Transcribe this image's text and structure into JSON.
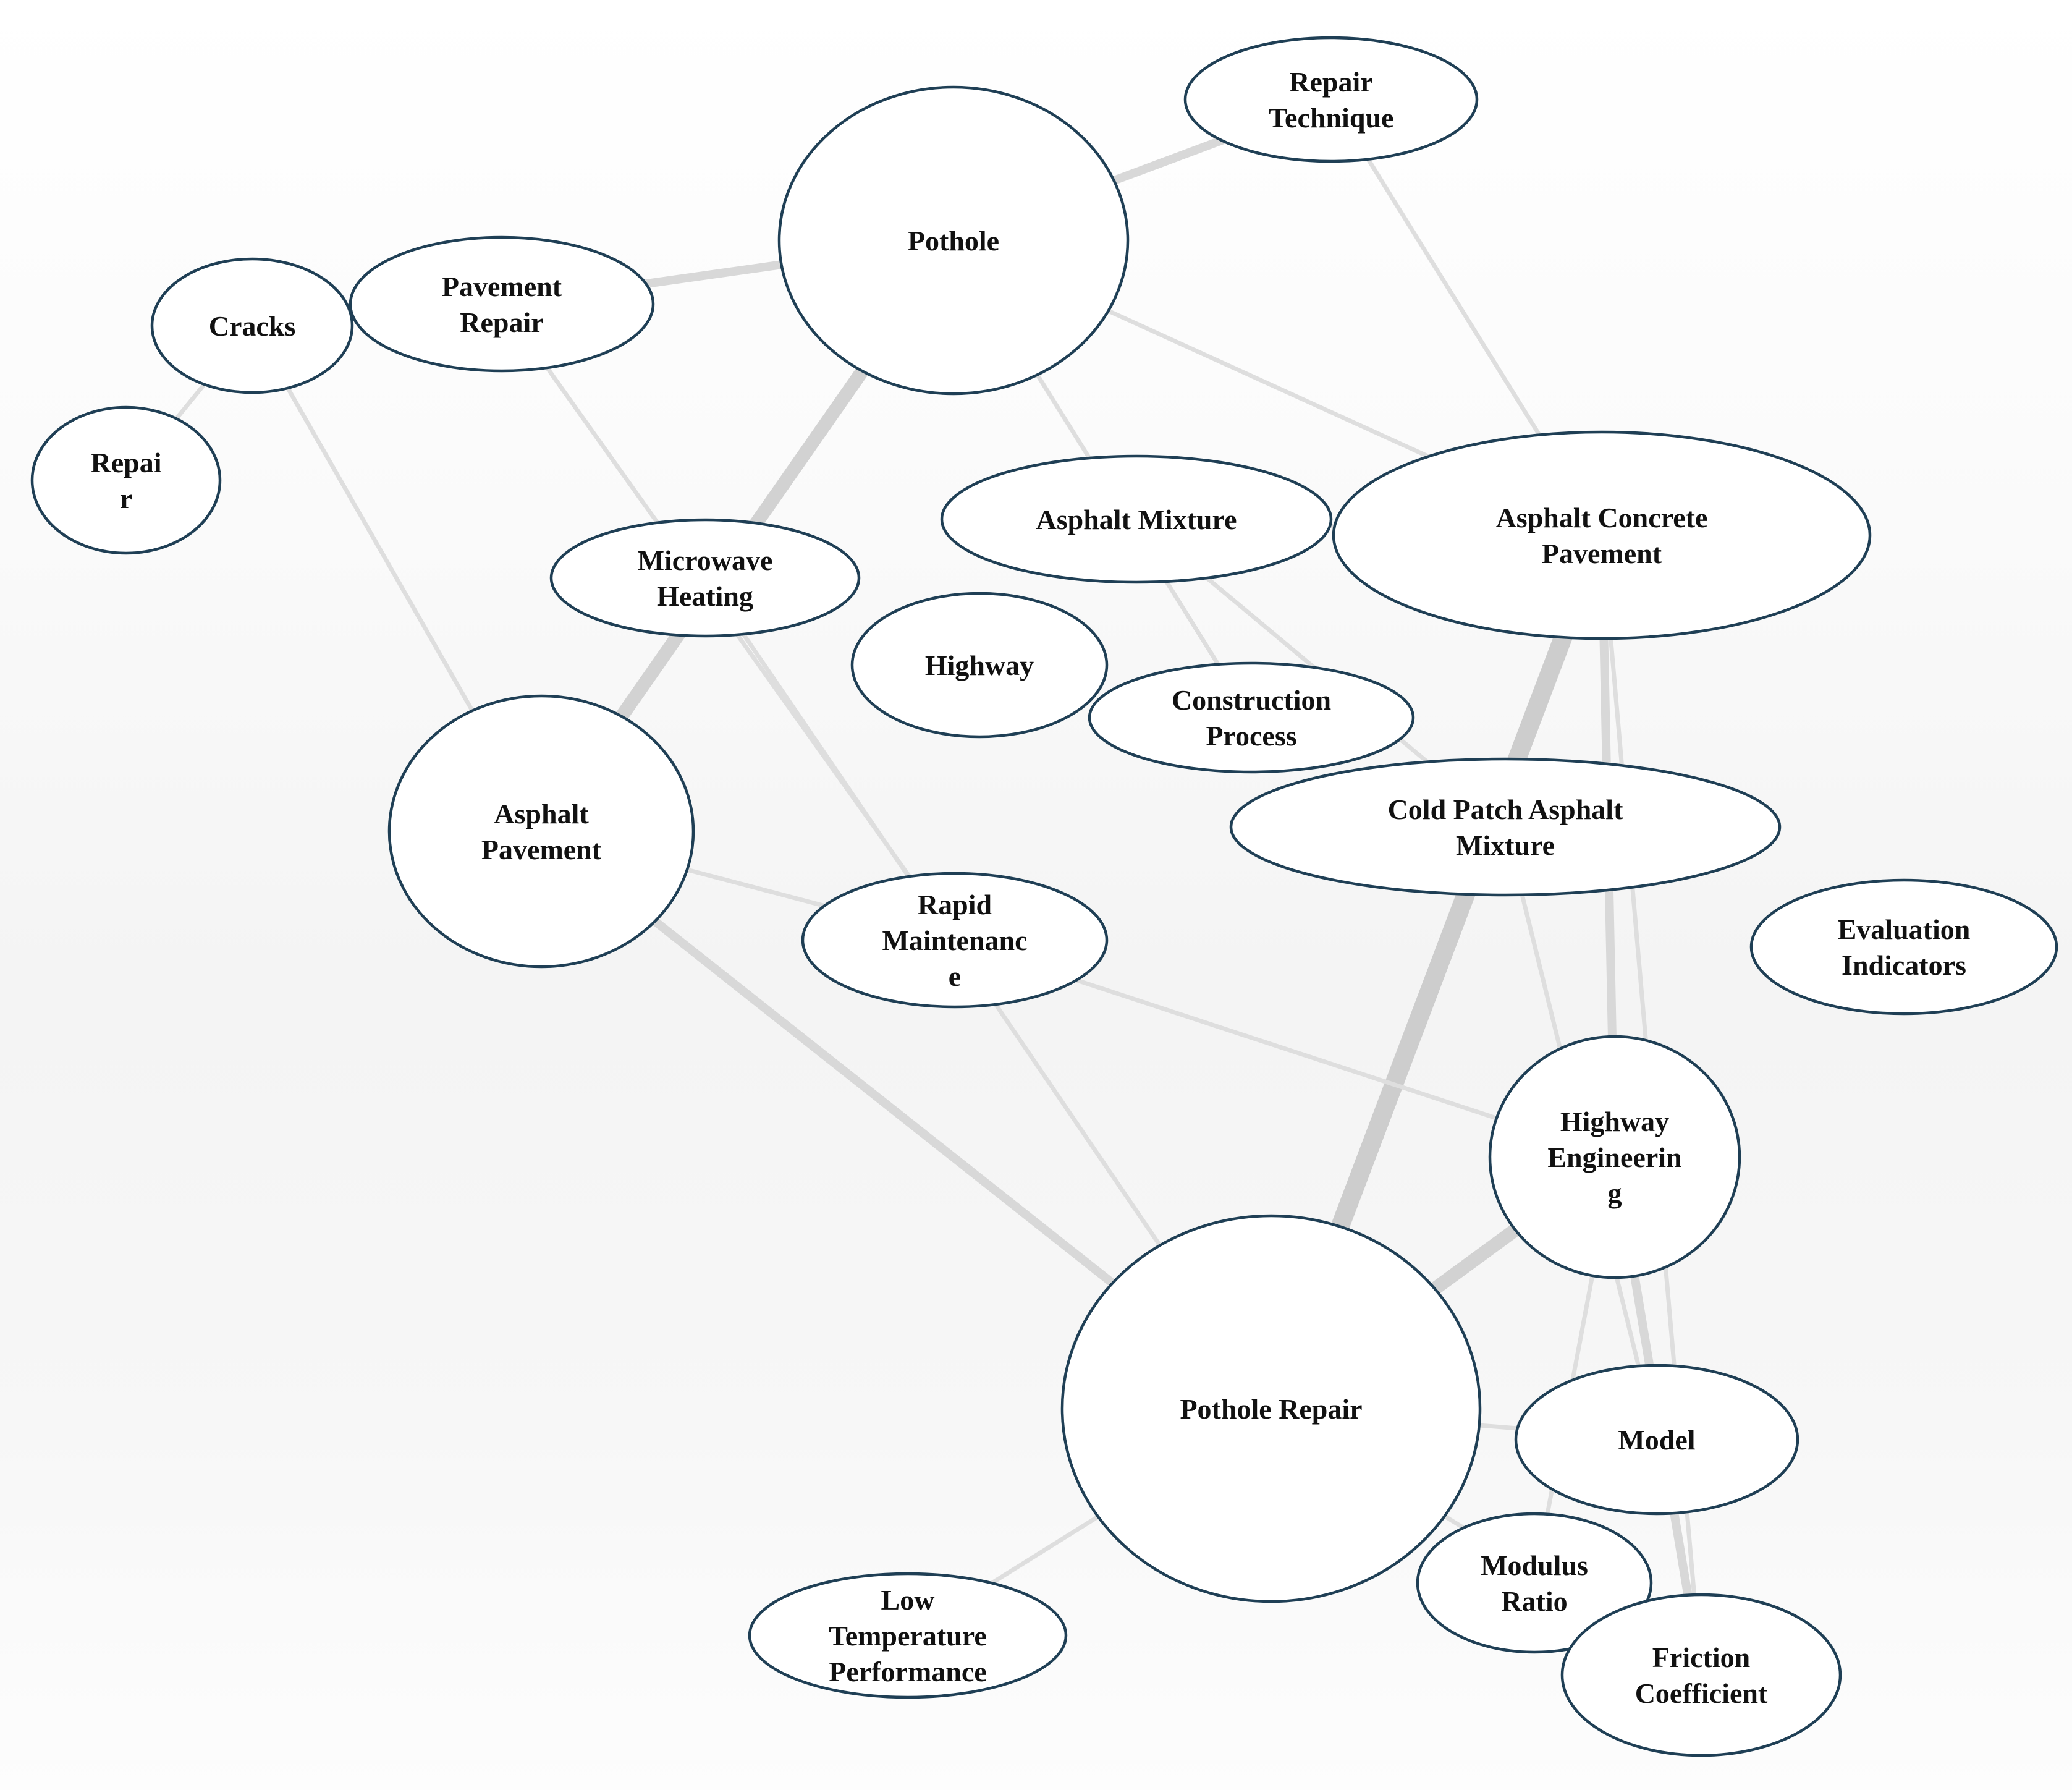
{
  "nodes": [
    {
      "id": "pothole",
      "lines": [
        "Pothole"
      ]
    },
    {
      "id": "repair-technique",
      "lines": [
        "Repair",
        "Technique"
      ]
    },
    {
      "id": "cracks",
      "lines": [
        "Cracks"
      ]
    },
    {
      "id": "pavement-repair",
      "lines": [
        "Pavement",
        "Repair"
      ]
    },
    {
      "id": "repair",
      "lines": [
        "Repai",
        "r"
      ]
    },
    {
      "id": "asphalt-mixture",
      "lines": [
        "Asphalt Mixture"
      ]
    },
    {
      "id": "asphalt-concrete-pavement",
      "lines": [
        "Asphalt Concrete",
        "Pavement"
      ]
    },
    {
      "id": "microwave-heating",
      "lines": [
        "Microwave",
        "Heating"
      ]
    },
    {
      "id": "highway",
      "lines": [
        "Highway"
      ]
    },
    {
      "id": "construction-process",
      "lines": [
        "Construction",
        "Process"
      ]
    },
    {
      "id": "asphalt-pavement",
      "lines": [
        "Asphalt",
        "Pavement"
      ]
    },
    {
      "id": "cold-patch-asphalt-mixture",
      "lines": [
        "Cold Patch Asphalt",
        "Mixture"
      ]
    },
    {
      "id": "rapid-maintenance",
      "lines": [
        "Rapid",
        "Maintenanc",
        "e"
      ]
    },
    {
      "id": "evaluation-indicators",
      "lines": [
        "Evaluation",
        "Indicators"
      ]
    },
    {
      "id": "highway-engineering",
      "lines": [
        "Highway",
        "Engineerin",
        "g"
      ]
    },
    {
      "id": "pothole-repair",
      "lines": [
        "Pothole Repair"
      ]
    },
    {
      "id": "model",
      "lines": [
        "Model"
      ]
    },
    {
      "id": "modulus-ratio",
      "lines": [
        "Modulus",
        "Ratio"
      ]
    },
    {
      "id": "low-temperature-performance",
      "lines": [
        "Low",
        "Temperature",
        "Performance"
      ]
    },
    {
      "id": "friction-coefficient",
      "lines": [
        "Friction",
        "Coefficient"
      ]
    }
  ],
  "edges": [
    {
      "source": "pothole",
      "target": "asphalt-pavement",
      "strength": 3
    },
    {
      "source": "pothole",
      "target": "pavement-repair",
      "strength": 2
    },
    {
      "source": "pothole",
      "target": "repair-technique",
      "strength": 2
    },
    {
      "source": "pothole",
      "target": "asphalt-concrete-pavement",
      "strength": 1
    },
    {
      "source": "pothole",
      "target": "construction-process",
      "strength": 1
    },
    {
      "source": "repair-technique",
      "target": "asphalt-concrete-pavement",
      "strength": 1
    },
    {
      "source": "cracks",
      "target": "repair",
      "strength": 1
    },
    {
      "source": "cracks",
      "target": "asphalt-pavement",
      "strength": 1
    },
    {
      "source": "pavement-repair",
      "target": "rapid-maintenance",
      "strength": 1
    },
    {
      "source": "asphalt-mixture",
      "target": "asphalt-concrete-pavement",
      "strength": 1
    },
    {
      "source": "asphalt-mixture",
      "target": "cold-patch-asphalt-mixture",
      "strength": 1
    },
    {
      "source": "asphalt-concrete-pavement",
      "target": "pothole-repair",
      "strength": 4
    },
    {
      "source": "asphalt-concrete-pavement",
      "target": "highway-engineering",
      "strength": 2
    },
    {
      "source": "asphalt-concrete-pavement",
      "target": "friction-coefficient",
      "strength": 1
    },
    {
      "source": "microwave-heating",
      "target": "pothole-repair",
      "strength": 1
    },
    {
      "source": "asphalt-pavement",
      "target": "pothole-repair",
      "strength": 2
    },
    {
      "source": "asphalt-pavement",
      "target": "rapid-maintenance",
      "strength": 1
    },
    {
      "source": "rapid-maintenance",
      "target": "highway-engineering",
      "strength": 1
    },
    {
      "source": "cold-patch-asphalt-mixture",
      "target": "model",
      "strength": 1
    },
    {
      "source": "highway-engineering",
      "target": "pothole-repair",
      "strength": 3
    },
    {
      "source": "highway-engineering",
      "target": "friction-coefficient",
      "strength": 2
    },
    {
      "source": "highway-engineering",
      "target": "modulus-ratio",
      "strength": 1
    },
    {
      "source": "pothole-repair",
      "target": "model",
      "strength": 1
    },
    {
      "source": "pothole-repair",
      "target": "low-temperature-performance",
      "strength": 1
    },
    {
      "source": "pothole-repair",
      "target": "friction-coefficient",
      "strength": 1
    }
  ]
}
